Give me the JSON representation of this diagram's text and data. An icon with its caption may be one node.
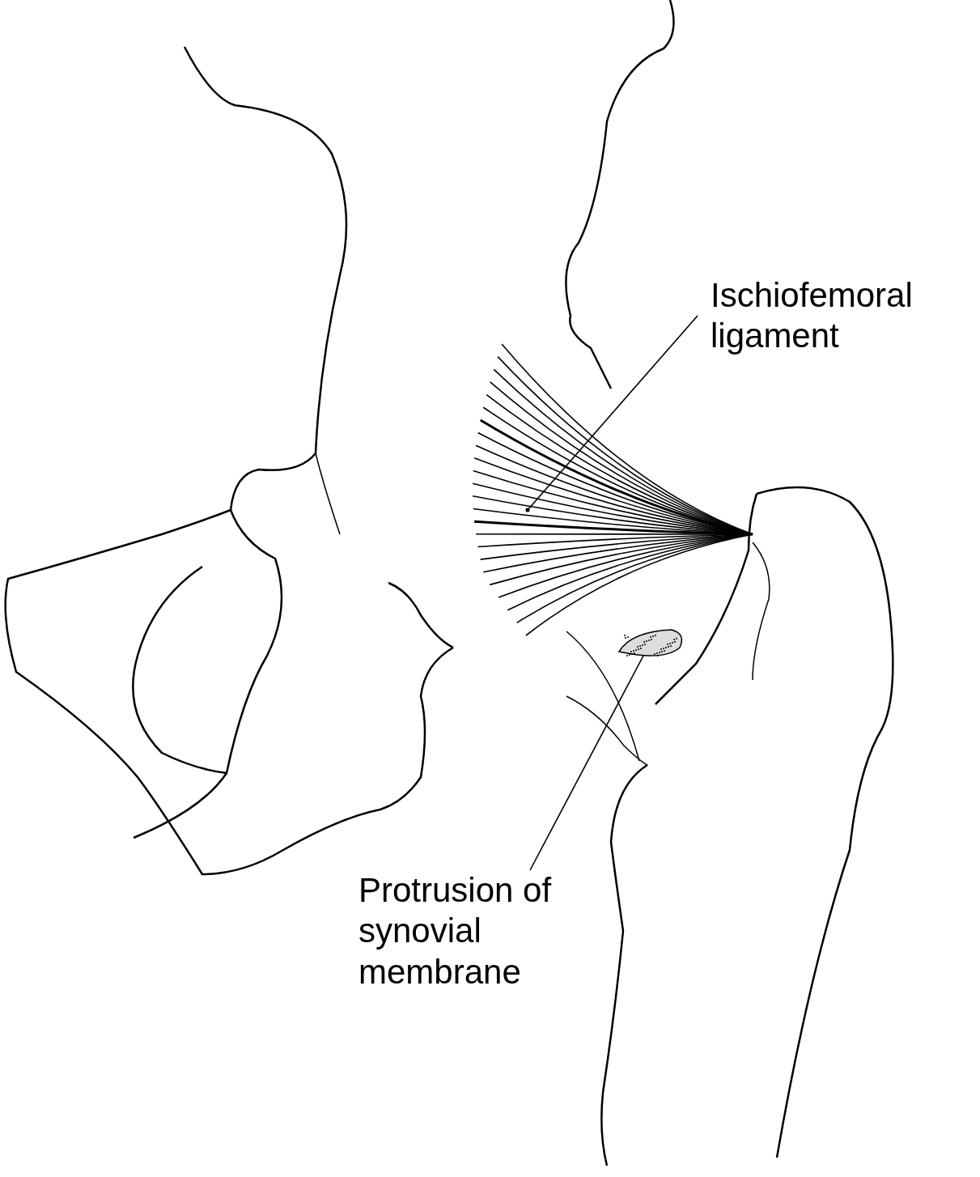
{
  "diagram": {
    "nodes": [
      {
        "text": [
          "Ischiofemoral ligament"
        ]
      },
      {
        "text": [],
        "shape": "picture"
      },
      {
        "text": [
          "Protrusion of synovial membrane"
        ]
      },
      {
        "text": [],
        "shape": "picture"
      }
    ],
    "edges": [
      {
        "from": 0,
        "to": 1,
        "arrow": "other"
      },
      {
        "from": 2,
        "to": 3,
        "arrow": "other"
      }
    ]
  }
}
